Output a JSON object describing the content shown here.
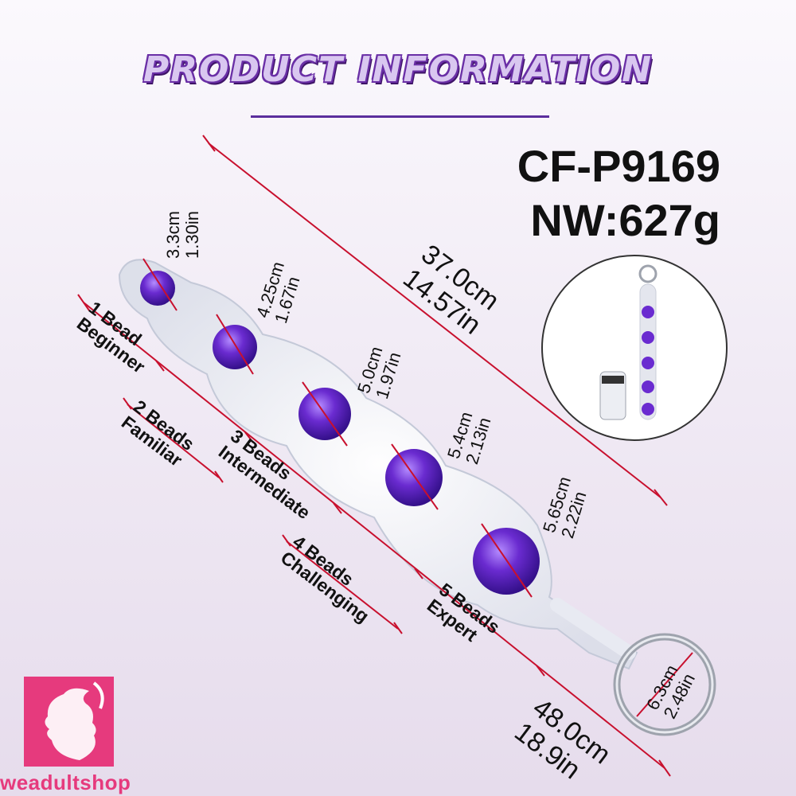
{
  "heading": "PRODUCT INFORMATION",
  "model": "CF-P9169",
  "weight": "NW:627g",
  "beads": [
    {
      "cm": "3.3cm",
      "in": "1.30in"
    },
    {
      "cm": "4.25cm",
      "in": "1.67in"
    },
    {
      "cm": "5.0cm",
      "in": "1.97in"
    },
    {
      "cm": "5.4cm",
      "in": "2.13in"
    },
    {
      "cm": "5.65cm",
      "in": "2.22in"
    }
  ],
  "insertable_length": {
    "cm": "37.0cm",
    "in": "14.57in"
  },
  "total_length": {
    "cm": "48.0cm",
    "in": "18.9in"
  },
  "ring": {
    "cm": "6.3cm",
    "in": "2.48in"
  },
  "levels": [
    {
      "count": "1 Bead",
      "name": "Beginner"
    },
    {
      "count": "2 Beads",
      "name": "Familiar"
    },
    {
      "count": "3 Beads",
      "name": "Intermediate"
    },
    {
      "count": "4 Beads",
      "name": "Challenging"
    },
    {
      "count": "5 Beads",
      "name": "Expert"
    }
  ],
  "brand": "weadultshop",
  "colors": {
    "accent": "#5b2e9c",
    "bead": "#6a2bd0",
    "dimension_line": "#c8102e",
    "brand": "#e63a7d"
  }
}
